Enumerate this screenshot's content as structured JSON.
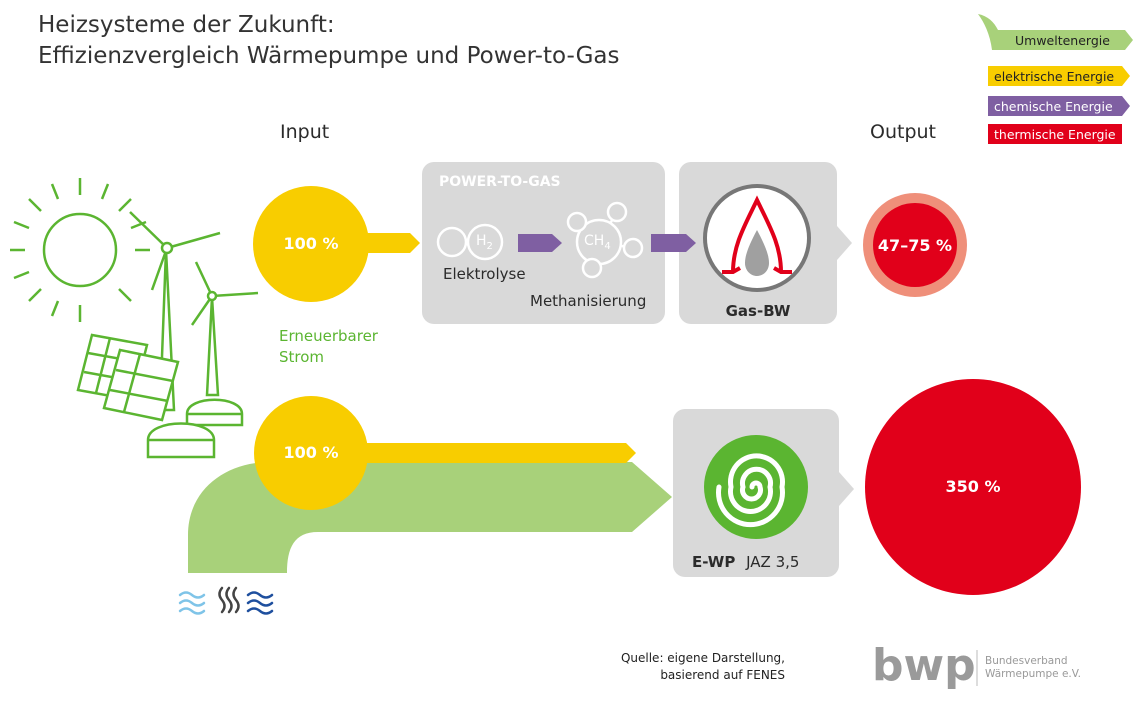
{
  "title": {
    "line1": "Heizsysteme der Zukunft:",
    "line2": "Effizienzvergleich Wärmepumpe und Power-to-Gas"
  },
  "columns": {
    "input": "Input",
    "output": "Output"
  },
  "legend": [
    {
      "label": "Umweltenergie",
      "color": "#a8d17a"
    },
    {
      "label": "elektrische Energie",
      "color": "#f8cd00"
    },
    {
      "label": "chemische Energie",
      "color": "#7f5fa2"
    },
    {
      "label": "thermische Energie",
      "color": "#e1001a"
    }
  ],
  "input": {
    "ptg_percent": "100 %",
    "wp_percent": "100 %",
    "source_label_1": "Erneuerbarer",
    "source_label_2": "Strom"
  },
  "power_to_gas": {
    "heading": "POWER-TO-GAS",
    "h2_symbol": "H",
    "h2_sub": "2",
    "ch4_symbol": "CH",
    "ch4_sub": "4",
    "step1": "Elektrolyse",
    "step2": "Methanisierung"
  },
  "gas_bw": {
    "label": "Gas-BW",
    "output_percent": "47–75 %"
  },
  "ewp": {
    "label": "E-WP",
    "jaz": "JAZ 3,5",
    "output_percent": "350 %"
  },
  "source": {
    "line1": "Quelle: eigene Darstellung,",
    "line2": "basierend auf FENES"
  },
  "brand": {
    "logo": "bwp",
    "name_line1": "Bundesverband",
    "name_line2": "Wärmepumpe e.V."
  },
  "colors": {
    "yellow": "#f8cd00",
    "green_light": "#a8d17a",
    "green_dark": "#5bb531",
    "purple": "#7f5fa2",
    "red": "#e1001a",
    "red_ring": "#ef8f7a",
    "box_gray": "#d9d9d9"
  }
}
